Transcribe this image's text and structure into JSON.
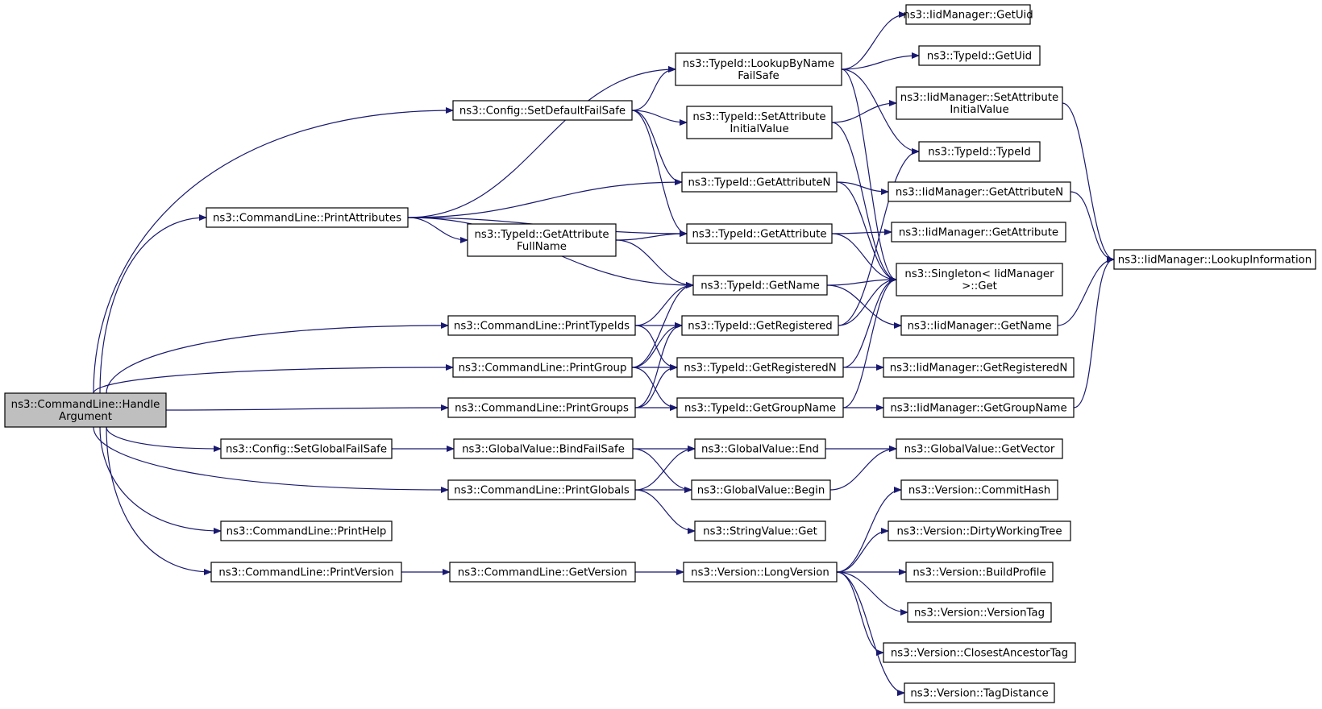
{
  "nodes": [
    {
      "id": "handle",
      "lines": [
        "ns3::CommandLine::Handle",
        "Argument"
      ],
      "root": true
    },
    {
      "id": "setdefault",
      "lines": [
        "ns3::Config::SetDefaultFailSafe"
      ]
    },
    {
      "id": "printattrs",
      "lines": [
        "ns3::CommandLine::PrintAttributes"
      ]
    },
    {
      "id": "printtypeids",
      "lines": [
        "ns3::CommandLine::PrintTypeIds"
      ]
    },
    {
      "id": "printgroup",
      "lines": [
        "ns3::CommandLine::PrintGroup"
      ]
    },
    {
      "id": "printgroups",
      "lines": [
        "ns3::CommandLine::PrintGroups"
      ]
    },
    {
      "id": "setglobal",
      "lines": [
        "ns3::Config::SetGlobalFailSafe"
      ]
    },
    {
      "id": "printglobals",
      "lines": [
        "ns3::CommandLine::PrintGlobals"
      ]
    },
    {
      "id": "printhelp",
      "lines": [
        "ns3::CommandLine::PrintHelp"
      ]
    },
    {
      "id": "printversion",
      "lines": [
        "ns3::CommandLine::PrintVersion"
      ]
    },
    {
      "id": "getattrfull",
      "lines": [
        "ns3::TypeId::GetAttribute",
        "FullName"
      ]
    },
    {
      "id": "bindfailsafe",
      "lines": [
        "ns3::GlobalValue::BindFailSafe"
      ]
    },
    {
      "id": "getversion",
      "lines": [
        "ns3::CommandLine::GetVersion"
      ]
    },
    {
      "id": "lookupbyname",
      "lines": [
        "ns3::TypeId::LookupByName",
        "FailSafe"
      ]
    },
    {
      "id": "setattrinit",
      "lines": [
        "ns3::TypeId::SetAttribute",
        "InitialValue"
      ]
    },
    {
      "id": "getattrn",
      "lines": [
        "ns3::TypeId::GetAttributeN"
      ]
    },
    {
      "id": "getattr",
      "lines": [
        "ns3::TypeId::GetAttribute"
      ]
    },
    {
      "id": "getname",
      "lines": [
        "ns3::TypeId::GetName"
      ]
    },
    {
      "id": "getregistered",
      "lines": [
        "ns3::TypeId::GetRegistered"
      ]
    },
    {
      "id": "getregisteredn",
      "lines": [
        "ns3::TypeId::GetRegisteredN"
      ]
    },
    {
      "id": "getgroupname",
      "lines": [
        "ns3::TypeId::GetGroupName"
      ]
    },
    {
      "id": "gvend",
      "lines": [
        "ns3::GlobalValue::End"
      ]
    },
    {
      "id": "gvbegin",
      "lines": [
        "ns3::GlobalValue::Begin"
      ]
    },
    {
      "id": "stringget",
      "lines": [
        "ns3::StringValue::Get"
      ]
    },
    {
      "id": "longversion",
      "lines": [
        "ns3::Version::LongVersion"
      ]
    },
    {
      "id": "iidgetuid",
      "lines": [
        "ns3::IidManager::GetUid"
      ]
    },
    {
      "id": "typeidgetuid",
      "lines": [
        "ns3::TypeId::GetUid"
      ]
    },
    {
      "id": "iidsetattrinit",
      "lines": [
        "ns3::IidManager::SetAttribute",
        "InitialValue"
      ]
    },
    {
      "id": "typeidtypeid",
      "lines": [
        "ns3::TypeId::TypeId"
      ]
    },
    {
      "id": "iidgetattrn",
      "lines": [
        "ns3::IidManager::GetAttributeN"
      ]
    },
    {
      "id": "iidgetattr",
      "lines": [
        "ns3::IidManager::GetAttribute"
      ]
    },
    {
      "id": "singletonget",
      "lines": [
        "ns3::Singleton< IidManager",
        " >::Get"
      ]
    },
    {
      "id": "iidgetname",
      "lines": [
        "ns3::IidManager::GetName"
      ]
    },
    {
      "id": "iidgetregn",
      "lines": [
        "ns3::IidManager::GetRegisteredN"
      ]
    },
    {
      "id": "iidgetgroupname",
      "lines": [
        "ns3::IidManager::GetGroupName"
      ]
    },
    {
      "id": "gvgetvector",
      "lines": [
        "ns3::GlobalValue::GetVector"
      ]
    },
    {
      "id": "commithash",
      "lines": [
        "ns3::Version::CommitHash"
      ]
    },
    {
      "id": "dirtytree",
      "lines": [
        "ns3::Version::DirtyWorkingTree"
      ]
    },
    {
      "id": "buildprofile",
      "lines": [
        "ns3::Version::BuildProfile"
      ]
    },
    {
      "id": "versiontag",
      "lines": [
        "ns3::Version::VersionTag"
      ]
    },
    {
      "id": "closesttag",
      "lines": [
        "ns3::Version::ClosestAncestorTag"
      ]
    },
    {
      "id": "tagdistance",
      "lines": [
        "ns3::Version::TagDistance"
      ]
    },
    {
      "id": "lookupinfo",
      "lines": [
        "ns3::IidManager::LookupInformation"
      ]
    }
  ],
  "edges": [
    [
      "handle",
      "setdefault"
    ],
    [
      "handle",
      "printattrs"
    ],
    [
      "handle",
      "printtypeids"
    ],
    [
      "handle",
      "printgroup"
    ],
    [
      "handle",
      "printgroups"
    ],
    [
      "handle",
      "setglobal"
    ],
    [
      "handle",
      "printglobals"
    ],
    [
      "handle",
      "printhelp"
    ],
    [
      "handle",
      "printversion"
    ],
    [
      "setdefault",
      "lookupbyname"
    ],
    [
      "setdefault",
      "setattrinit"
    ],
    [
      "setdefault",
      "getattrn"
    ],
    [
      "setdefault",
      "getattr"
    ],
    [
      "printattrs",
      "lookupbyname"
    ],
    [
      "printattrs",
      "getattrn"
    ],
    [
      "printattrs",
      "getattr"
    ],
    [
      "printattrs",
      "getattrfull"
    ],
    [
      "printattrs",
      "getname"
    ],
    [
      "getattrfull",
      "getattr"
    ],
    [
      "getattrfull",
      "getname"
    ],
    [
      "printtypeids",
      "getname"
    ],
    [
      "printtypeids",
      "getregistered"
    ],
    [
      "printtypeids",
      "getregisteredn"
    ],
    [
      "printgroup",
      "getname"
    ],
    [
      "printgroup",
      "getregistered"
    ],
    [
      "printgroup",
      "getregisteredn"
    ],
    [
      "printgroup",
      "getgroupname"
    ],
    [
      "printgroups",
      "getregistered"
    ],
    [
      "printgroups",
      "getregisteredn"
    ],
    [
      "printgroups",
      "getgroupname"
    ],
    [
      "setglobal",
      "bindfailsafe"
    ],
    [
      "bindfailsafe",
      "gvend"
    ],
    [
      "bindfailsafe",
      "gvbegin"
    ],
    [
      "printglobals",
      "gvend"
    ],
    [
      "printglobals",
      "gvbegin"
    ],
    [
      "printglobals",
      "stringget"
    ],
    [
      "printversion",
      "getversion"
    ],
    [
      "getversion",
      "longversion"
    ],
    [
      "lookupbyname",
      "iidgetuid"
    ],
    [
      "lookupbyname",
      "typeidgetuid"
    ],
    [
      "lookupbyname",
      "typeidtypeid"
    ],
    [
      "lookupbyname",
      "singletonget"
    ],
    [
      "setattrinit",
      "iidsetattrinit"
    ],
    [
      "setattrinit",
      "singletonget"
    ],
    [
      "getattrn",
      "iidgetattrn"
    ],
    [
      "getattrn",
      "singletonget"
    ],
    [
      "getattr",
      "iidgetattr"
    ],
    [
      "getattr",
      "singletonget"
    ],
    [
      "getname",
      "singletonget"
    ],
    [
      "getname",
      "iidgetname"
    ],
    [
      "getregistered",
      "typeidtypeid"
    ],
    [
      "getregistered",
      "singletonget"
    ],
    [
      "getregisteredn",
      "iidgetregn"
    ],
    [
      "getregisteredn",
      "singletonget"
    ],
    [
      "getgroupname",
      "iidgetgroupname"
    ],
    [
      "getgroupname",
      "singletonget"
    ],
    [
      "gvbegin",
      "gvgetvector"
    ],
    [
      "gvend",
      "gvgetvector"
    ],
    [
      "iidsetattrinit",
      "lookupinfo"
    ],
    [
      "iidgetattrn",
      "lookupinfo"
    ],
    [
      "iidgetname",
      "lookupinfo"
    ],
    [
      "iidgetgroupname",
      "lookupinfo"
    ],
    [
      "longversion",
      "commithash"
    ],
    [
      "longversion",
      "dirtytree"
    ],
    [
      "longversion",
      "buildprofile"
    ],
    [
      "longversion",
      "versiontag"
    ],
    [
      "longversion",
      "closesttag"
    ],
    [
      "longversion",
      "tagdistance"
    ]
  ]
}
